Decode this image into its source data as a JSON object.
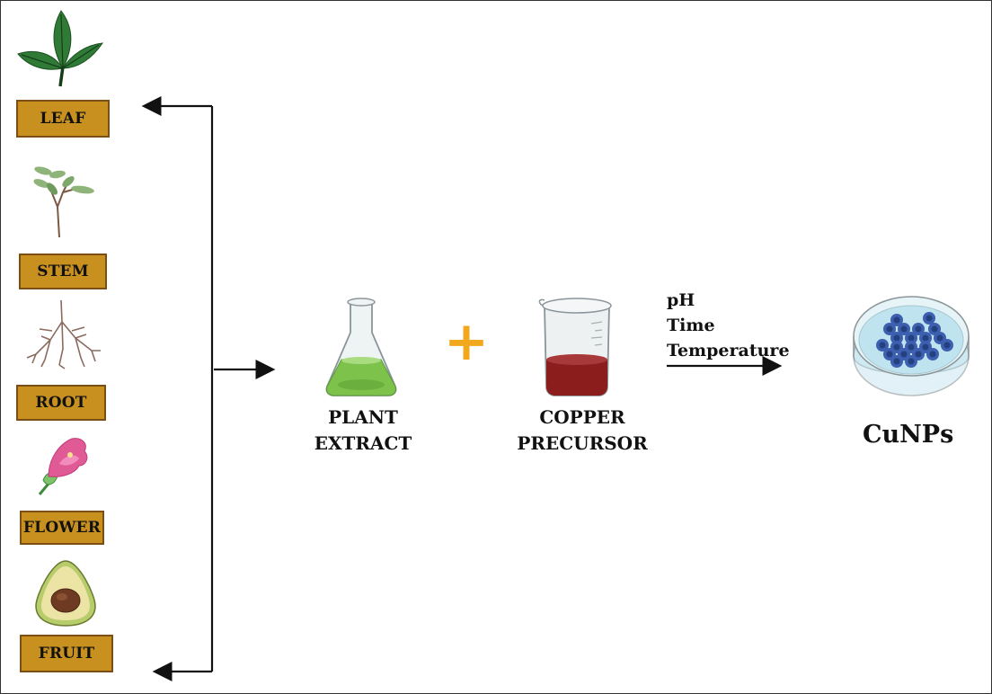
{
  "diagram": {
    "title": "Green synthesis of copper nanoparticles",
    "sources": [
      {
        "label": "LEAF",
        "icon": "leaf-icon"
      },
      {
        "label": "STEM",
        "icon": "stem-icon"
      },
      {
        "label": "ROOT",
        "icon": "root-icon"
      },
      {
        "label": "FLOWER",
        "icon": "flower-icon"
      },
      {
        "label": "FRUIT",
        "icon": "avocado-icon"
      }
    ],
    "reactants": {
      "plant_extract": {
        "line1": "PLANT",
        "line2": "EXTRACT",
        "icon": "flask-icon"
      },
      "operator": "+",
      "copper_precursor": {
        "line1": "COPPER",
        "line2": "PRECURSOR",
        "icon": "beaker-icon"
      }
    },
    "conditions": [
      "pH",
      "Time",
      "Temperature"
    ],
    "product": {
      "label": "CuNPs",
      "icon": "petri-dish-icon"
    },
    "colors": {
      "label_fill": "#c8901f",
      "label_border": "#7a4e14",
      "plus": "#f2a81d",
      "extract": "#7dc24b",
      "precursor": "#8c1d1d",
      "nanoparticles": "#2f4f9a"
    }
  }
}
